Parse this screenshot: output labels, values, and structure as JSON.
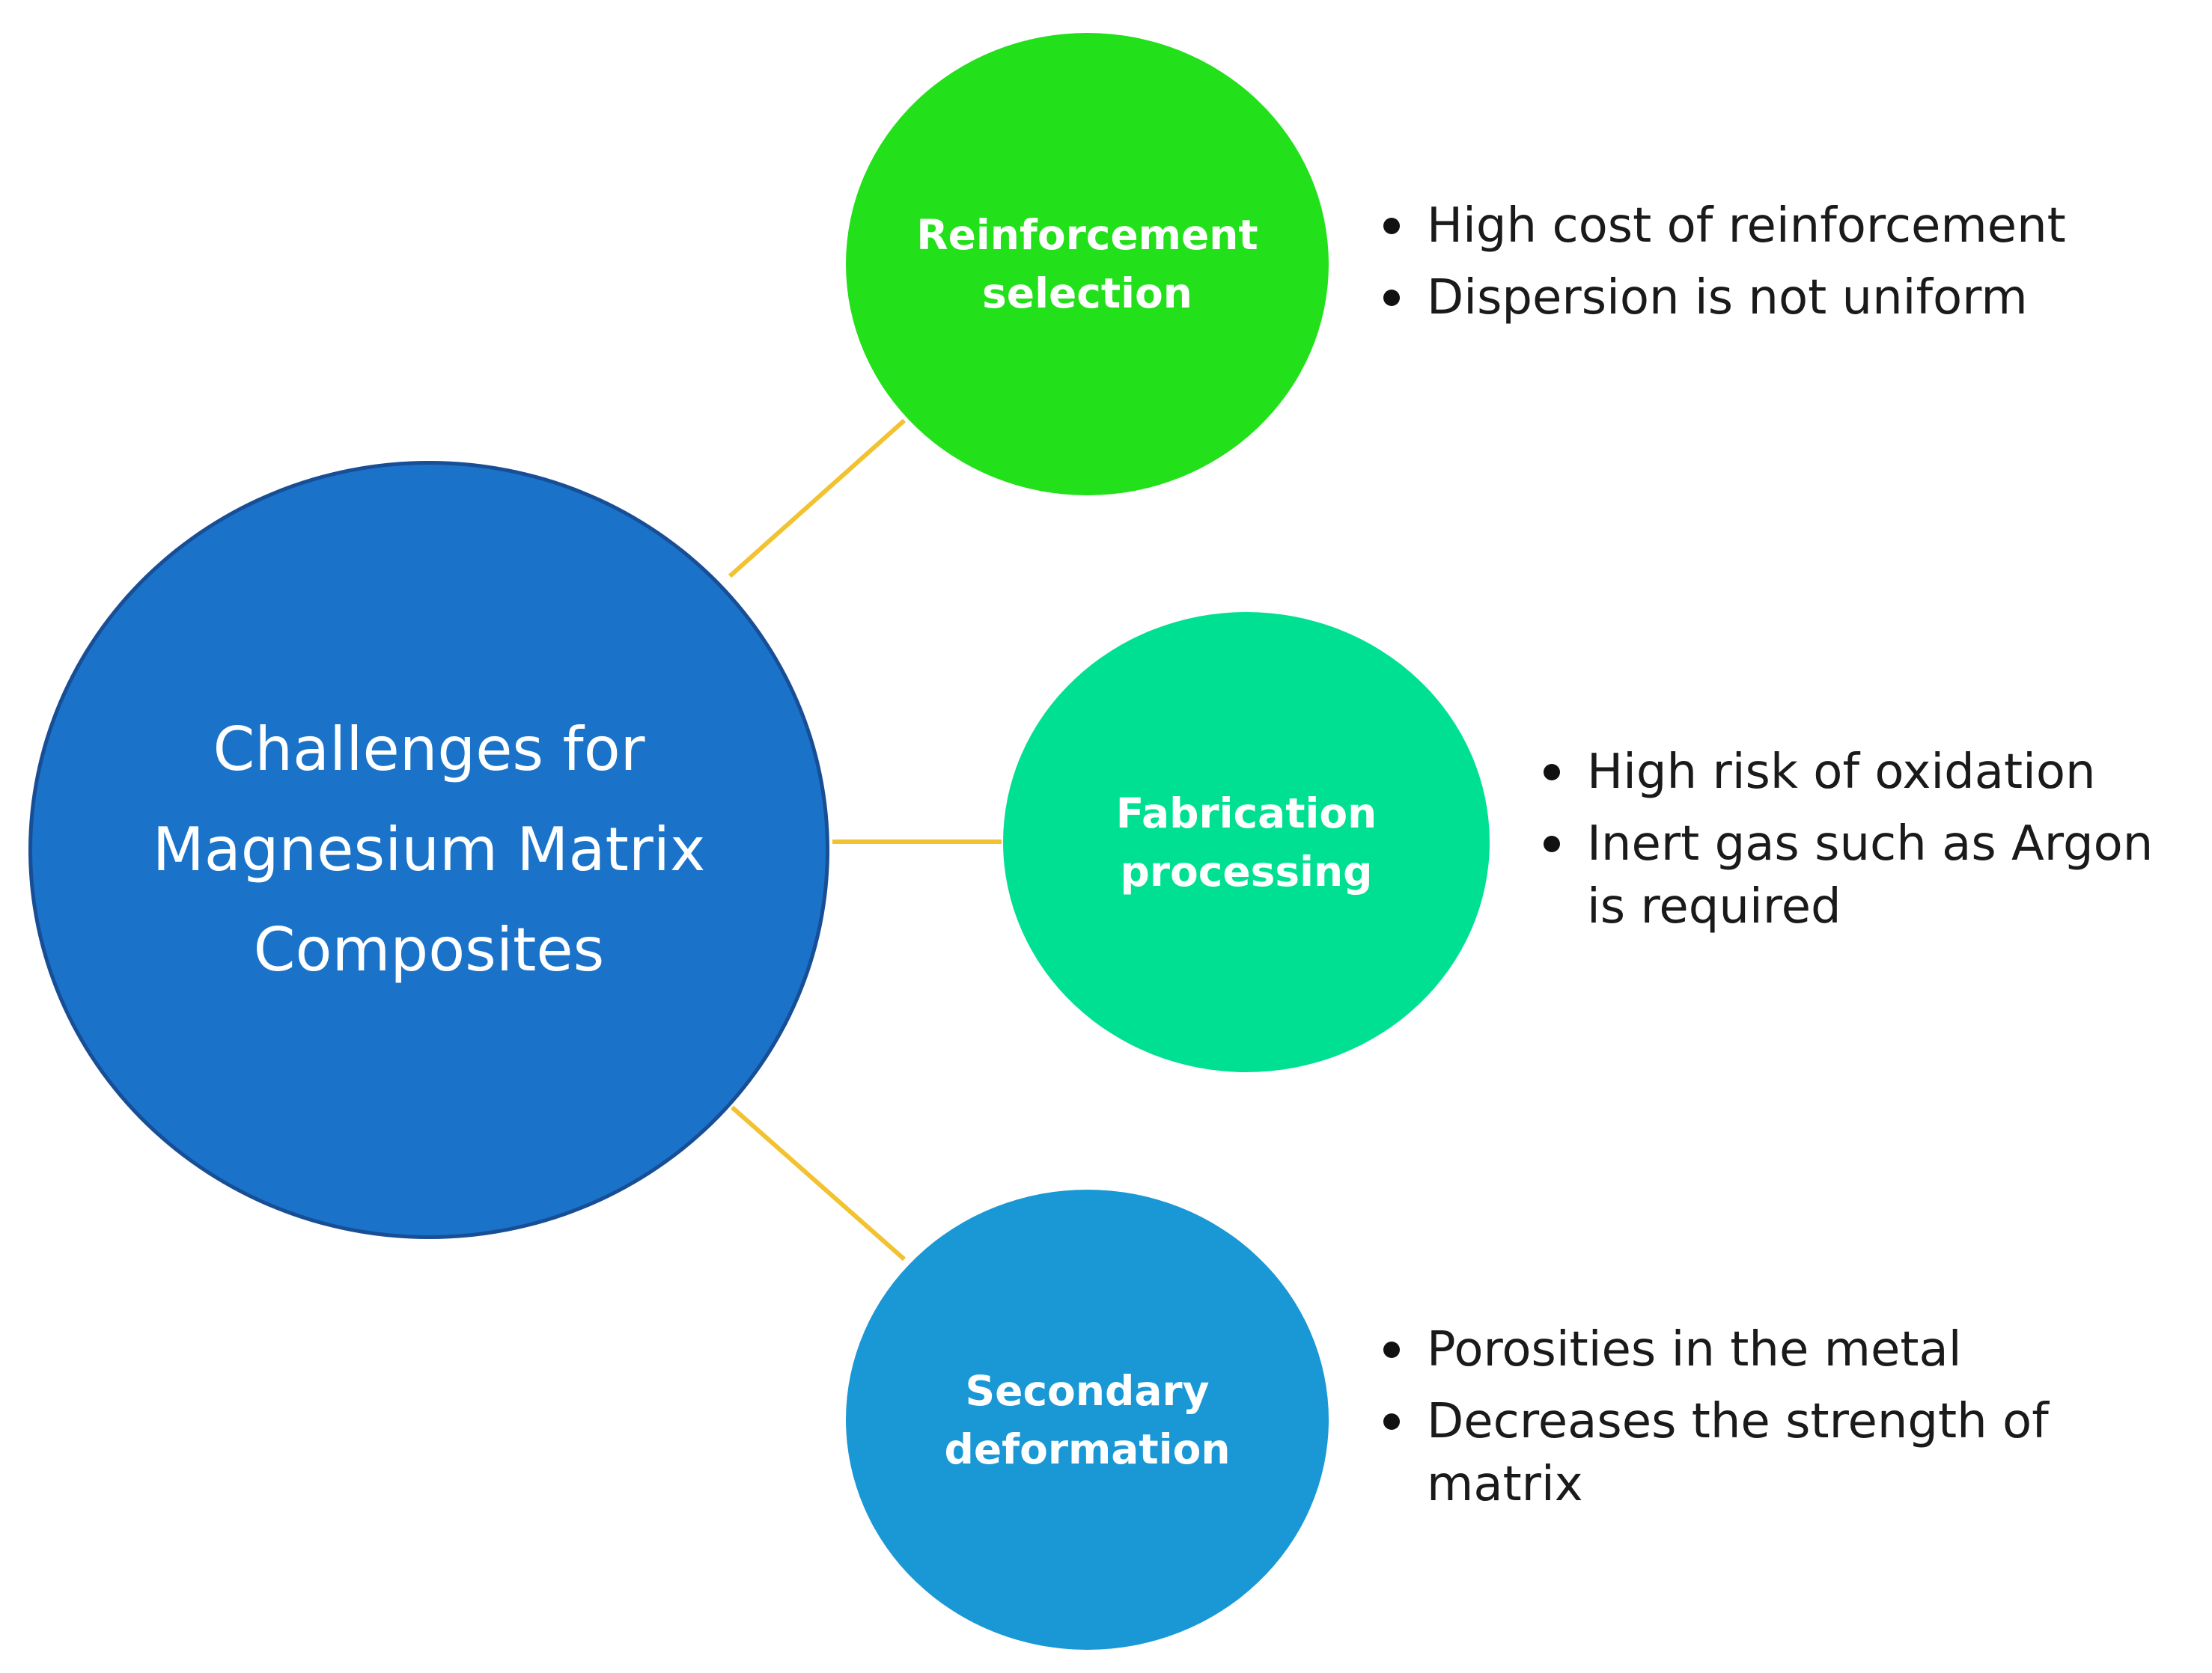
{
  "center": {
    "label": "Challenges for Magnesium Matrix Composites",
    "color": "#1a73c9"
  },
  "connector_color": "#f2c230",
  "branches": [
    {
      "label": "Reinforcement selection",
      "color": "#22e01a",
      "points": [
        "High cost of reinforcement",
        "Dispersion is not uniform"
      ]
    },
    {
      "label": "Fabrication processing",
      "color": "#00e093",
      "points": [
        "High risk of oxidation",
        "Inert gas such as Argon is required"
      ]
    },
    {
      "label": "Secondary deformation",
      "color": "#1a98d6",
      "points": [
        "Porosities in the metal",
        "Decreases the strength of matrix"
      ]
    }
  ]
}
